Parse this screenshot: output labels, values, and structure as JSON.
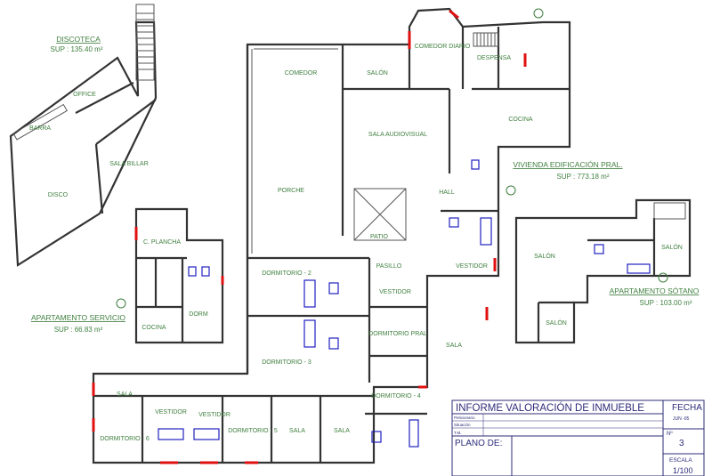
{
  "zones": {
    "discoteca": {
      "title": "DISCOTECA",
      "area": "SUP : 135.40 m²"
    },
    "vivienda": {
      "title": "VIVIENDA EDIFICACIÓN PRAL.",
      "area": "SUP : 773.18 m²"
    },
    "servicio": {
      "title": "APARTAMENTO SERVICIO",
      "area": "SUP : 66.83 m²"
    },
    "sotano": {
      "title": "APARTAMENTO SÓTANO",
      "area": "SUP : 103.00 m²"
    }
  },
  "rooms": {
    "office": "OFFICE",
    "barra": "BARRA",
    "disco": "DISCO",
    "sala_billar": "SALA BILLAR",
    "c_plancha": "C. PLANCHA",
    "dorm_serv": "DORM",
    "cocina_serv": "COCINA",
    "comedor": "COMEDOR",
    "salon": "SALÓN",
    "comedor_diario": "COMEDOR DIARIO",
    "despensa": "DESPENSA",
    "cocina": "COCINA",
    "sala_audiovisual": "SALA AUDIOVISUAL",
    "porche": "PORCHE",
    "hall": "HALL",
    "patio": "PATIO",
    "pasillo": "PASILLO",
    "vestidor_1": "VESTIDOR",
    "vestidor_2": "VESTIDOR",
    "dormitorio_2": "DORMITORIO - 2",
    "dormitorio_3": "DORMITORIO - 3",
    "dormitorio_pral": "DORMITORIO PRAL.",
    "sala_pral": "SALA",
    "dormitorio_4": "DORMITORIO - 4",
    "sala_1": "SALA",
    "vestidor_3": "VESTIDOR",
    "vestidor_4": "VESTIDOR",
    "dormitorio_6": "DORMITORIO - 6",
    "dormitorio_5": "DORMITORIO - 5",
    "sala_2": "SALA",
    "sala_3": "SALA",
    "salon_sot_1": "SALÓN",
    "salon_sot_2": "SALÓN",
    "salon_sot_3": "SALÓN"
  },
  "title_block": {
    "title": "INFORME VALORACIÓN DE INMUEBLE",
    "peticionario_label": "Peticionario",
    "situacion_label": "Situación",
    "tm_label": "T.M.",
    "plano_label": "PLANO DE:",
    "fecha_label": "FECHA",
    "fecha_value": "JUN -05",
    "numero_label": "Nº",
    "numero_value": "3",
    "escala_label": "ESCALA",
    "escala_value": "1/100"
  }
}
